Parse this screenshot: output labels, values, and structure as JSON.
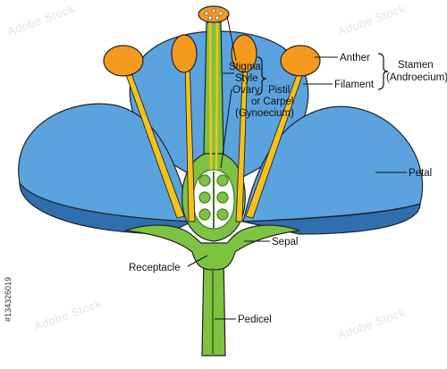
{
  "colors": {
    "petal": "#5aa3df",
    "petal_dark": "#2f6fb0",
    "stem": "#7ec242",
    "stem_dark": "#3f7d1c",
    "anther": "#f39a1f",
    "filament": "#f6c21a",
    "outline": "#222222"
  },
  "labels": {
    "anther": "Anther",
    "filament": "Filament",
    "stamen": "Stamen",
    "androecium": "(Androecium)",
    "stigma": "Stigma",
    "style": "Style",
    "ovary": "Ovary",
    "pistil": "Pistil",
    "or_carpel": "or Carpel",
    "gynoecium": "(Gynoecium)",
    "petal": "Petal",
    "sepal": "Sepal",
    "receptacle": "Receptacle",
    "pedicel": "Pedicel"
  },
  "watermark": {
    "brand": "Adobe Stock",
    "stock_id": "#134326019"
  }
}
